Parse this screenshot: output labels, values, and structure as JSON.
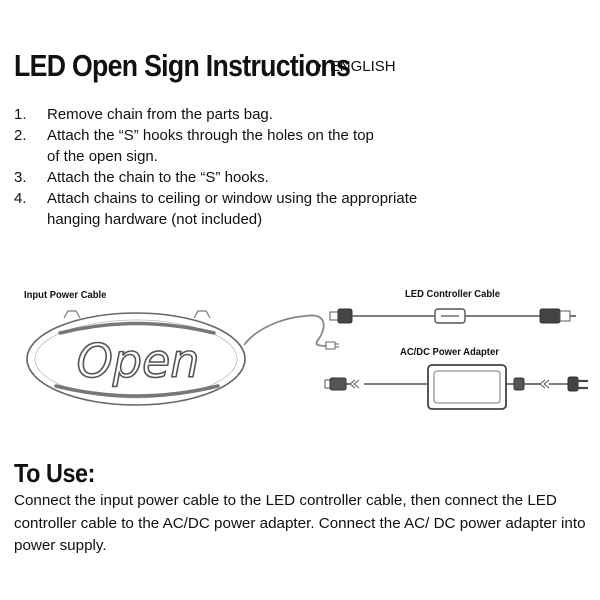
{
  "header": {
    "title": "LED Open Sign Instructions",
    "bullet": "•",
    "language": "ENGLISH"
  },
  "steps": [
    {
      "number": "1.",
      "text": "Remove chain from the parts bag."
    },
    {
      "number": "2.",
      "text": "Attach the “S” hooks through the holes on the top of the open sign."
    },
    {
      "number": "3.",
      "text": "Attach the chain to the “S” hooks."
    },
    {
      "number": "4.",
      "text": "Attach chains to ceiling or window using the appropriate hanging hardware (not included)"
    }
  ],
  "diagram": {
    "input_power_cable_label": "Input Power Cable",
    "led_controller_cable_label": "LED Controller Cable",
    "adapter_label": "AC/DC Power Adapter",
    "sign_text": "Open"
  },
  "to_use": {
    "heading": "To Use:",
    "text": "Connect the input power cable to the LED controller cable, then connect the LED controller cable to the AC/DC power adapter. Connect the AC/ DC power adapter into power supply."
  }
}
